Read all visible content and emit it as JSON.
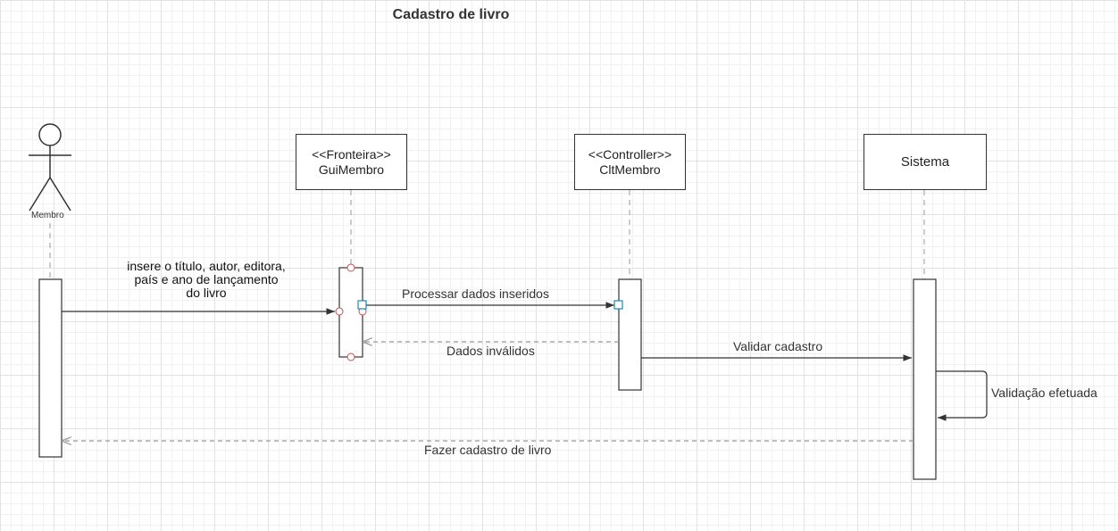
{
  "title": "Cadastro de livro",
  "actor": {
    "label": "Membro"
  },
  "participants": [
    {
      "stereotype": "<<Fronteira>>",
      "name": "GuiMembro"
    },
    {
      "stereotype": "<<Controller>>",
      "name": "CltMembro"
    },
    {
      "stereotype": "",
      "name": "Sistema"
    }
  ],
  "messages": {
    "insert": [
      "insere o título, autor, editora,",
      "país e ano de lançamento",
      "do livro"
    ],
    "process": "Processar dados inseridos",
    "invalid": "Dados inválidos",
    "validate": "Validar cadastro",
    "validated": "Validação efetuada",
    "done": "Fazer cadastro de livro"
  },
  "colors": {
    "line": "#333333",
    "boundary_marker": "#c0504d",
    "controller_marker": "#1a8ea8",
    "return_line": "#999999"
  }
}
